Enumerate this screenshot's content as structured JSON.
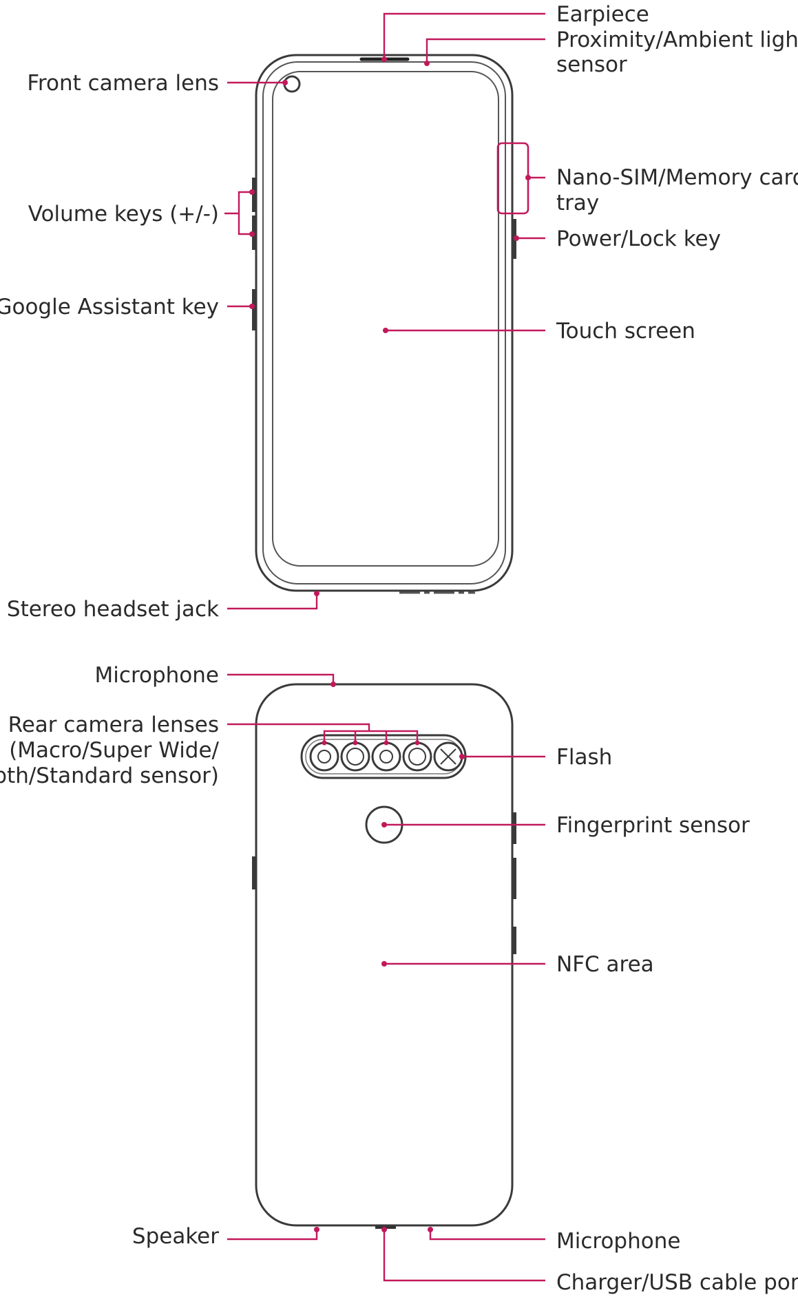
{
  "colors": {
    "accent": "#c2185b",
    "outline": "#3a3a3a",
    "text": "#2a2a2a"
  },
  "front": {
    "labels": {
      "earpiece": "Earpiece",
      "proximity_line1": "Proximity/Ambient light",
      "proximity_line2": "sensor",
      "front_camera": "Front camera lens",
      "volume_keys": "Volume keys (+/-)",
      "google_assistant": "Google Assistant key",
      "nano_sim_line1": "Nano-SIM/Memory card",
      "nano_sim_line2": "tray",
      "power_lock": "Power/Lock key",
      "touch_screen": "Touch screen",
      "headset_jack": "Stereo headset jack"
    }
  },
  "back": {
    "labels": {
      "microphone_top": "Microphone",
      "rear_camera_line1": "Rear camera lenses",
      "rear_camera_line2": "(Macro/Super Wide/",
      "rear_camera_line3": "Depth/Standard sensor)",
      "flash": "Flash",
      "fingerprint": "Fingerprint sensor",
      "nfc": "NFC area",
      "speaker": "Speaker",
      "microphone_bottom": "Microphone",
      "charger_port": "Charger/USB cable port"
    }
  }
}
